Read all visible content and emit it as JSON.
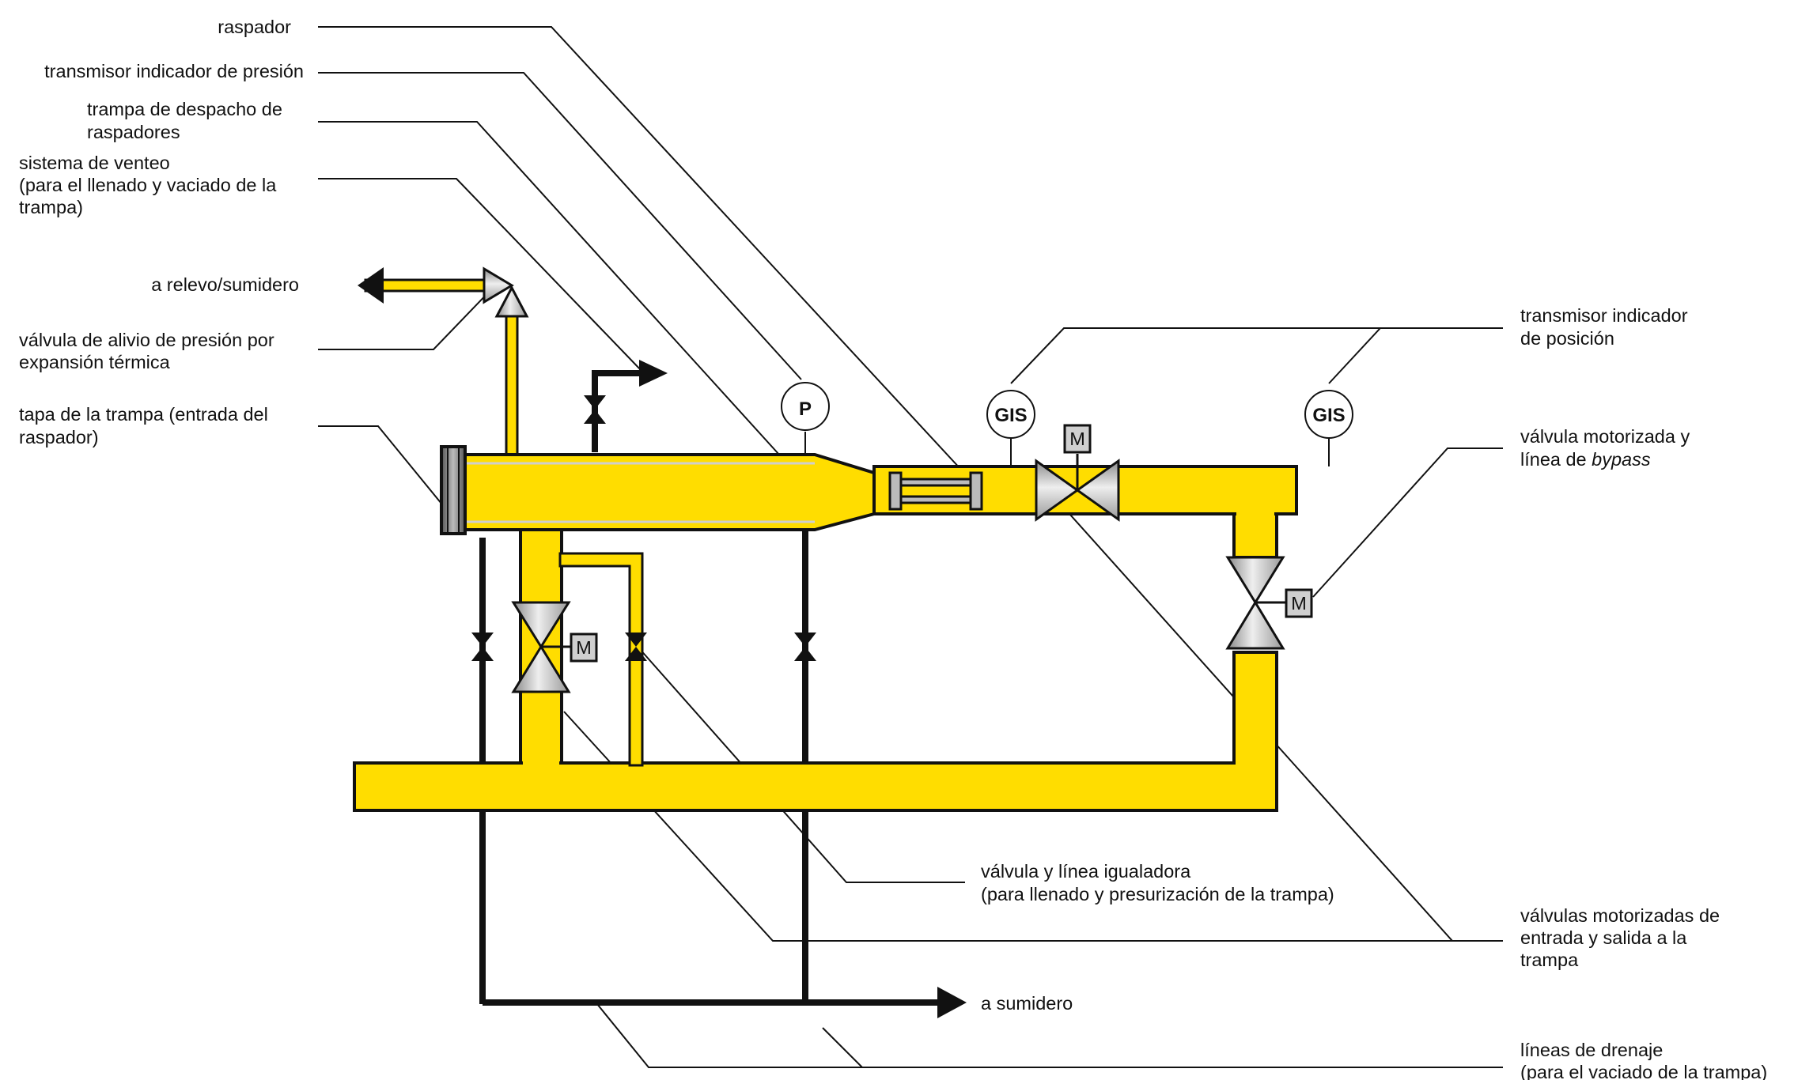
{
  "labels": {
    "raspador": "raspador",
    "transmisor_presion": "transmisor indicador de presión",
    "trampa_despacho": [
      "trampa de despacho de",
      "raspadores"
    ],
    "sistema_venteo": [
      "sistema de venteo",
      "(para el llenado y vaciado de la",
      "trampa)"
    ],
    "relevo_sumidero": "a relevo/sumidero",
    "valvula_alivio": [
      "válvula de alivio de presión por",
      "expansión térmica"
    ],
    "tapa_trampa": [
      "tapa de la trampa (entrada del",
      "raspador)"
    ],
    "transmisor_posicion": [
      "transmisor indicador",
      "de posición"
    ],
    "valvula_motorizada_bypass": {
      "line1": "válvula motorizada y",
      "line2_prefix": "línea de ",
      "line2_italic": "bypass"
    },
    "valvula_igualadora": [
      "válvula y línea igualadora",
      "(para llenado y presurización de la trampa)"
    ],
    "valvulas_motorizadas": [
      "válvulas motorizadas de",
      "entrada y salida a la",
      "trampa"
    ],
    "a_sumidero": "a sumidero",
    "lineas_drenaje": [
      "líneas de drenaje",
      "(para el vaciado de la trampa)"
    ]
  },
  "instruments": {
    "pressure": "P",
    "gis_left": "GIS",
    "gis_right": "GIS",
    "motor": "M"
  },
  "colors": {
    "pipe": "#FFDD00",
    "outline": "#111111",
    "valve": "#BDBDBD",
    "leader": "#111111"
  }
}
